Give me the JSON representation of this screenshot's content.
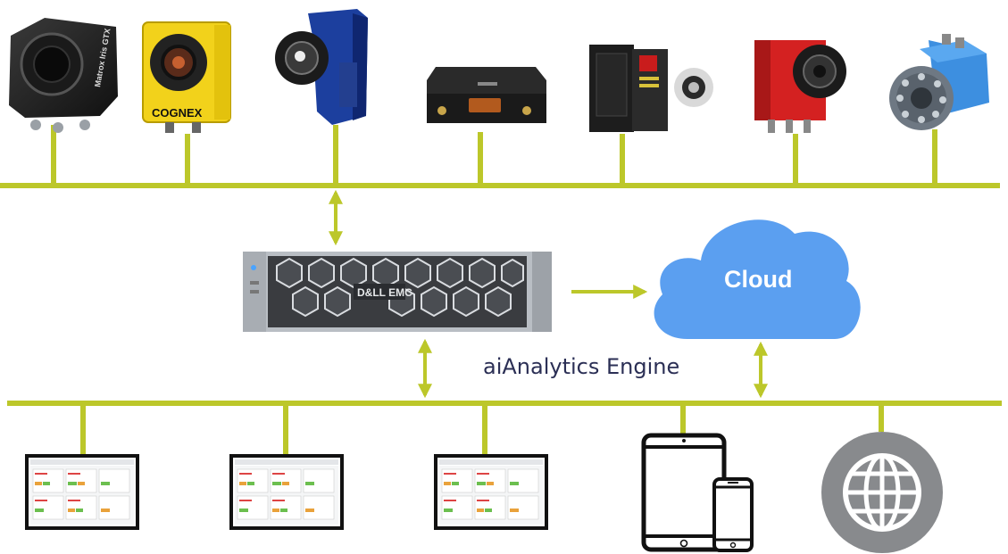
{
  "engine": {
    "label": "aiAnalytics Engine",
    "server_brand": "D&LL EMC"
  },
  "cloud": {
    "label": "Cloud",
    "color": "#5b9ff0"
  },
  "bus": {
    "color": "#bcc72a"
  },
  "cameras": [
    {
      "name": "matrox-camera",
      "brand_text": "Matrox Iris GTX"
    },
    {
      "name": "cognex-camera",
      "brand_text": "COGNEX"
    },
    {
      "name": "blue-smart-camera",
      "brand_text": ""
    },
    {
      "name": "teledyne-vision-box",
      "brand_text": ""
    },
    {
      "name": "keyence-controller",
      "brand_text": ""
    },
    {
      "name": "red-smart-camera",
      "brand_text": ""
    },
    {
      "name": "blue-ring-camera",
      "brand_text": ""
    }
  ],
  "clients": [
    {
      "name": "dashboard-monitor-1"
    },
    {
      "name": "dashboard-monitor-2"
    },
    {
      "name": "dashboard-monitor-3"
    },
    {
      "name": "tablet-phone"
    },
    {
      "name": "web-browser"
    }
  ],
  "icons": [
    "globe-icon",
    "tablet-icon",
    "phone-icon",
    "arrow-icon"
  ]
}
